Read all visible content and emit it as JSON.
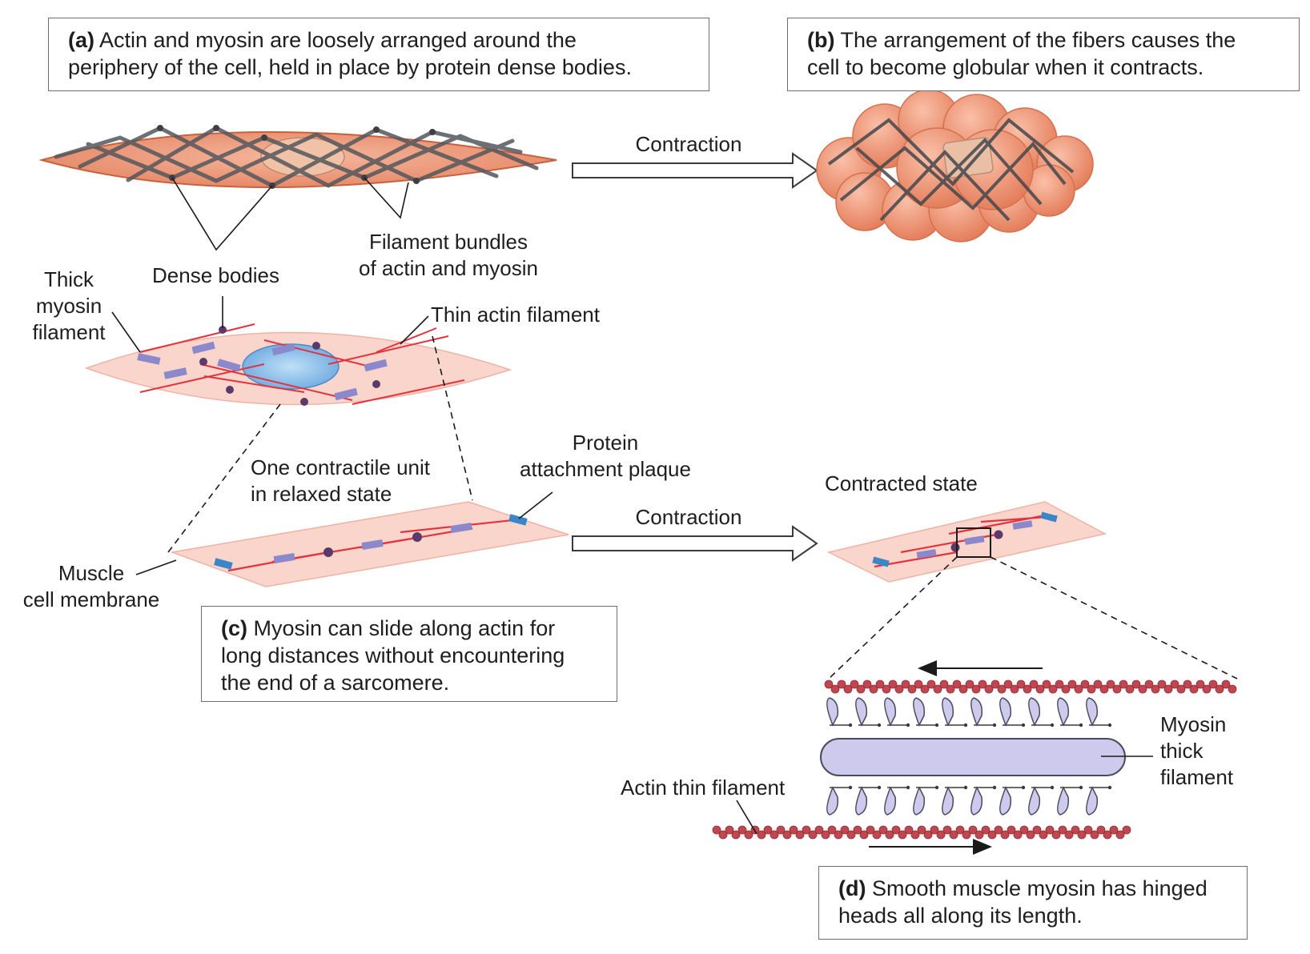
{
  "captions": {
    "a": {
      "letter": "(a)",
      "line1": "Actin and myosin are loosely arranged around the",
      "line2": "periphery of the cell, held in place by protein dense bodies."
    },
    "b": {
      "letter": "(b)",
      "line1": "The arrangement of the fibers causes the",
      "line2": "cell to become globular when it contracts."
    },
    "c": {
      "letter": "(c)",
      "line1": "Myosin can slide along actin for",
      "line2": "long distances without encountering",
      "line3": "the end of a sarcomere."
    },
    "d": {
      "letter": "(d)",
      "line1": "Smooth muscle myosin has hinged",
      "line2": "heads all along its length."
    }
  },
  "labels": {
    "contraction_top": "Contraction",
    "contraction_mid": "Contraction",
    "dense_bodies": "Dense bodies",
    "filament_bundles_1": "Filament bundles",
    "filament_bundles_2": "of actin and myosin",
    "thick_myosin_1": "Thick",
    "thick_myosin_2": "myosin",
    "thick_myosin_3": "filament",
    "thin_actin": "Thin actin filament",
    "contractile_unit_1": "One contractile unit",
    "contractile_unit_2": "in relaxed state",
    "protein_plaque_1": "Protein",
    "protein_plaque_2": "attachment plaque",
    "muscle_membrane_1": "Muscle",
    "muscle_membrane_2": "cell membrane",
    "contracted_state": "Contracted state",
    "myosin_thick_1": "Myosin",
    "myosin_thick_2": "thick",
    "myosin_thick_3": "filament",
    "actin_thin": "Actin thin filament"
  },
  "colors": {
    "cell_fill": "#ef9a7c",
    "cell_outline": "#c9603e",
    "bundle": "#5a5a5a",
    "light_cell": "#f9d5cc",
    "actin_red": "#e5333e",
    "myosin_purple": "#8c88cc",
    "plaque_blue": "#3b86c8",
    "dense_body": "#5a3a6a",
    "nucleus_blue": "#8ec3ee",
    "bead": "#c0474f",
    "myosin_body": "#cdcaee"
  }
}
